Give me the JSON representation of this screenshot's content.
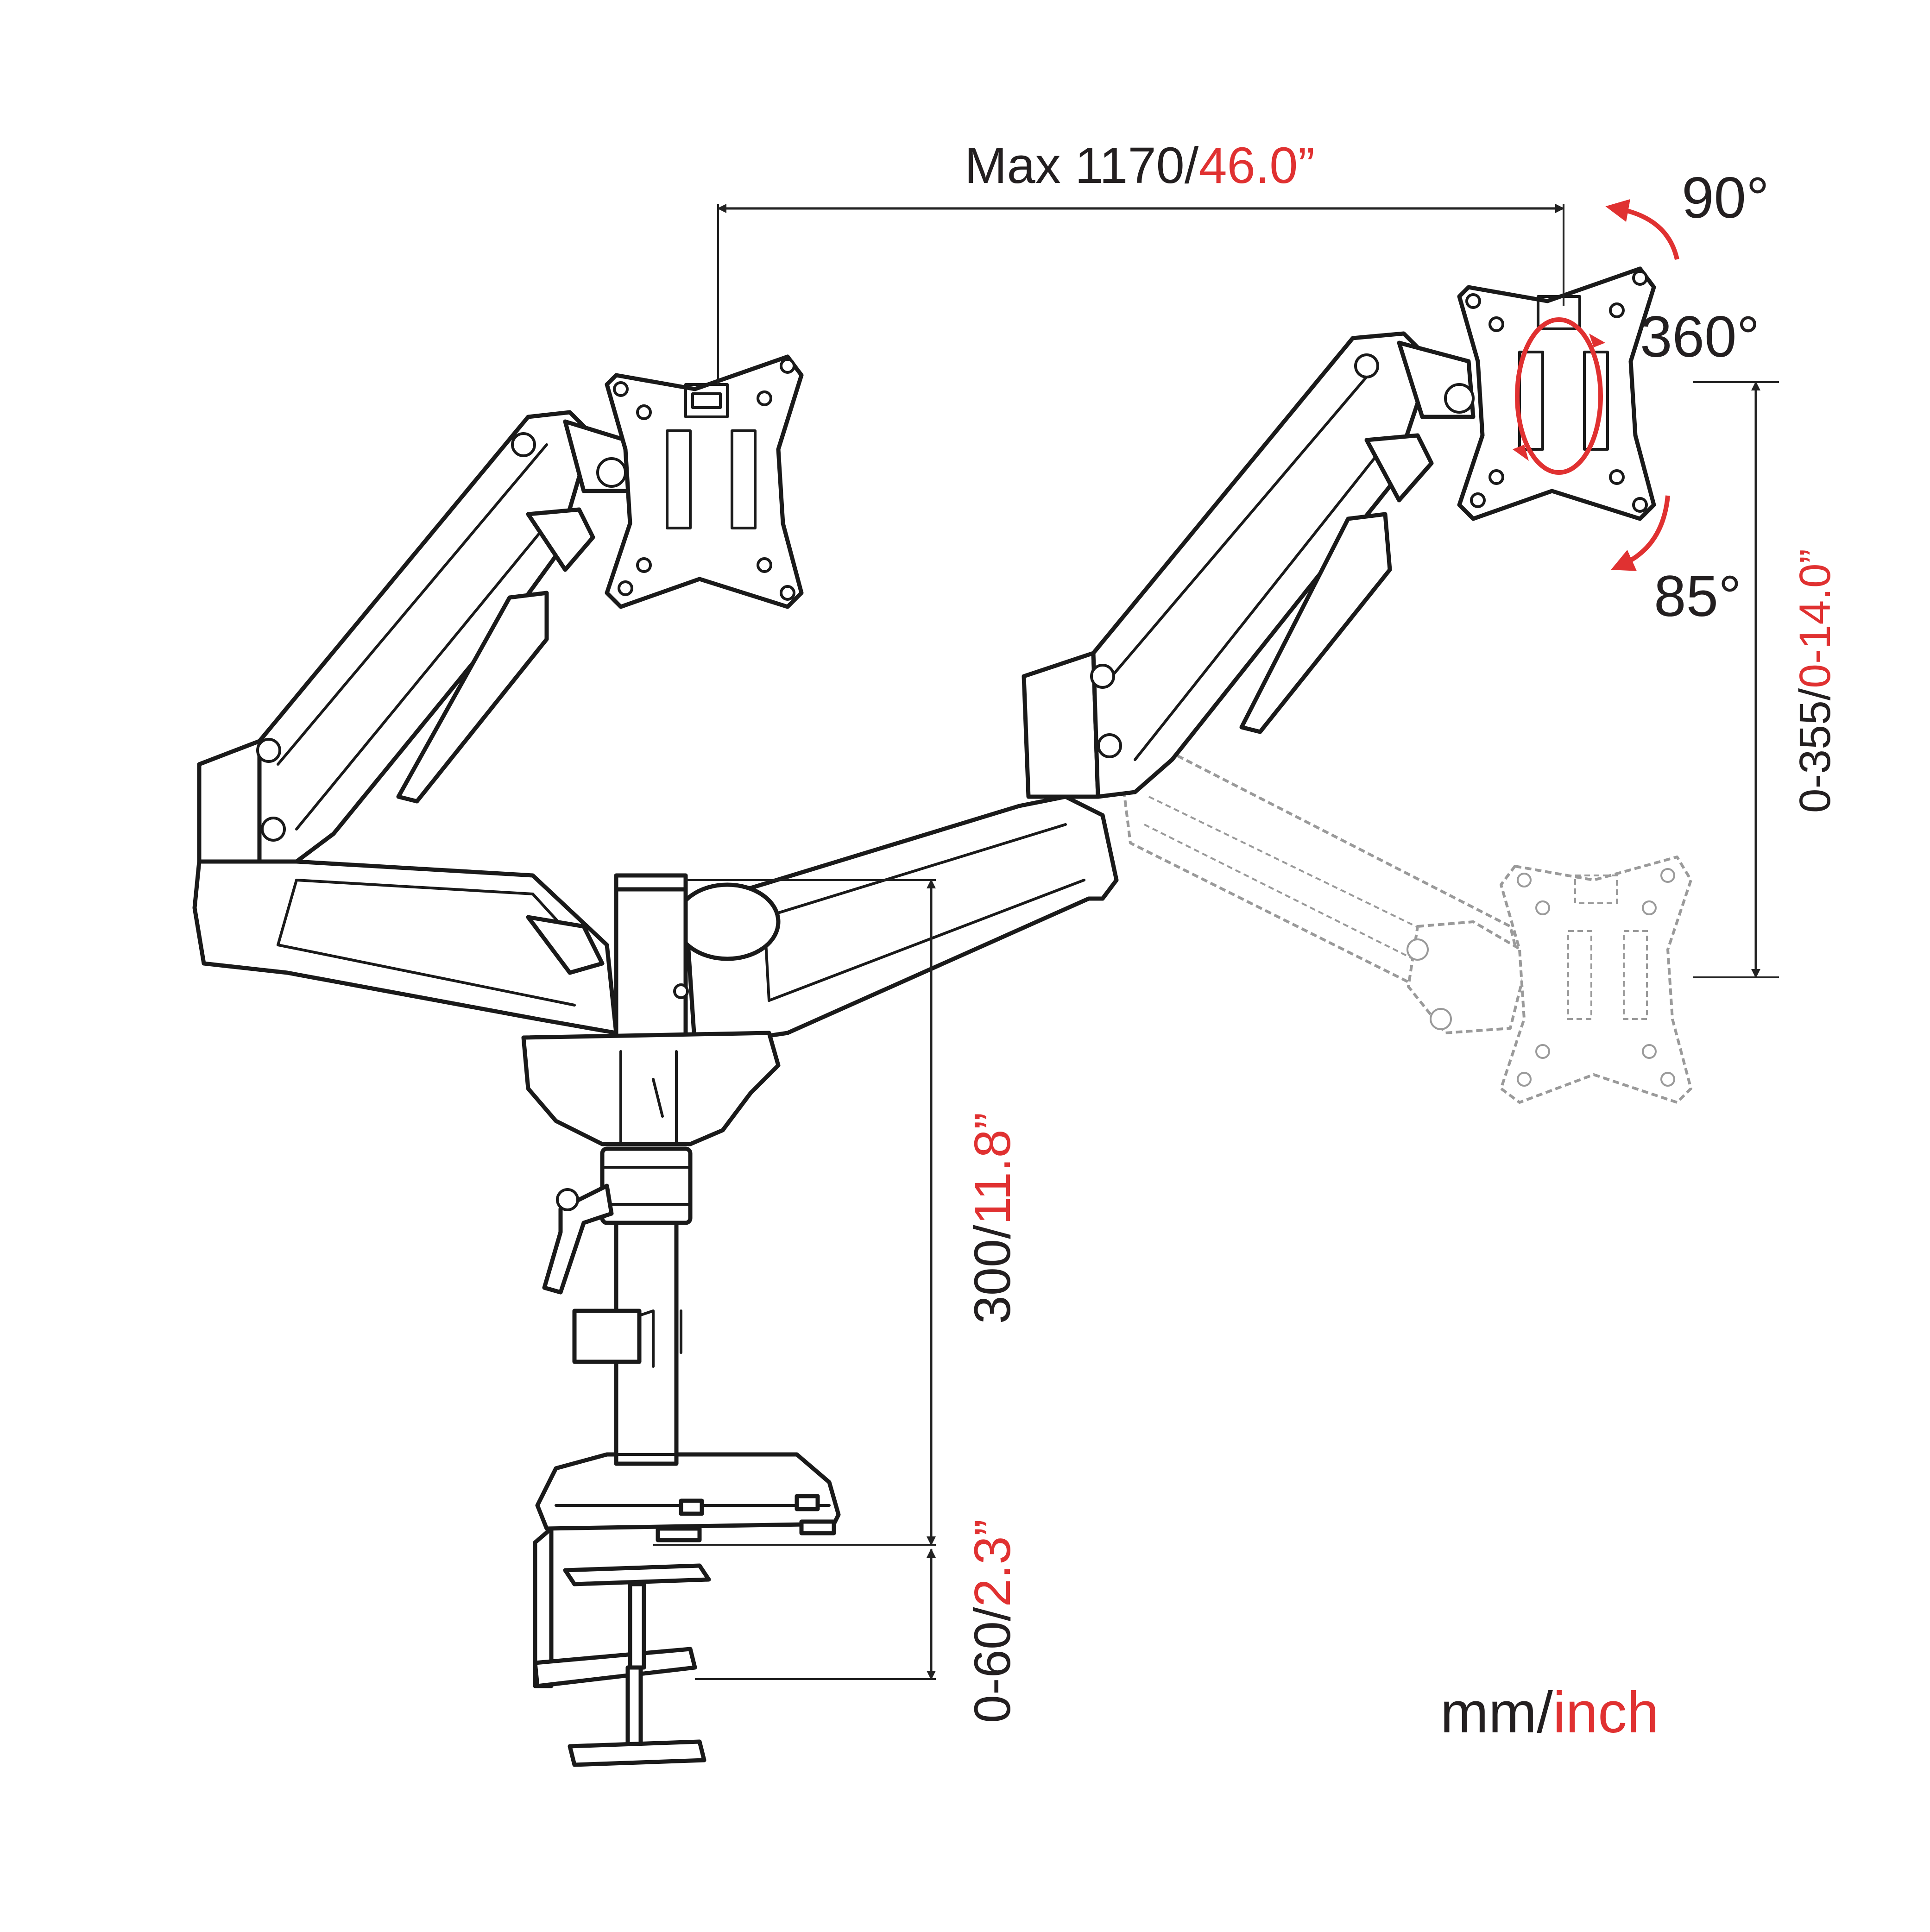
{
  "colors": {
    "ink": "#231f20",
    "accent": "#e03131",
    "ghost": "#9a9a9a"
  },
  "dimensions": {
    "width": {
      "mm": "Max 1170/",
      "inch": "46.0”"
    },
    "height_range": {
      "mm": "0-355/",
      "inch": "0-14.0”"
    },
    "pole_height": {
      "mm": "300/",
      "inch": "11.8”"
    },
    "clamp_range": {
      "mm": "0-60/",
      "inch": "2.3”"
    }
  },
  "rotation": {
    "tilt_up": "90°",
    "rotate": "360°",
    "tilt_down": "85°"
  },
  "units": {
    "mm": "mm/",
    "inch": "inch"
  },
  "icons": {
    "rotate_arrow": "curved-arrow-icon"
  }
}
